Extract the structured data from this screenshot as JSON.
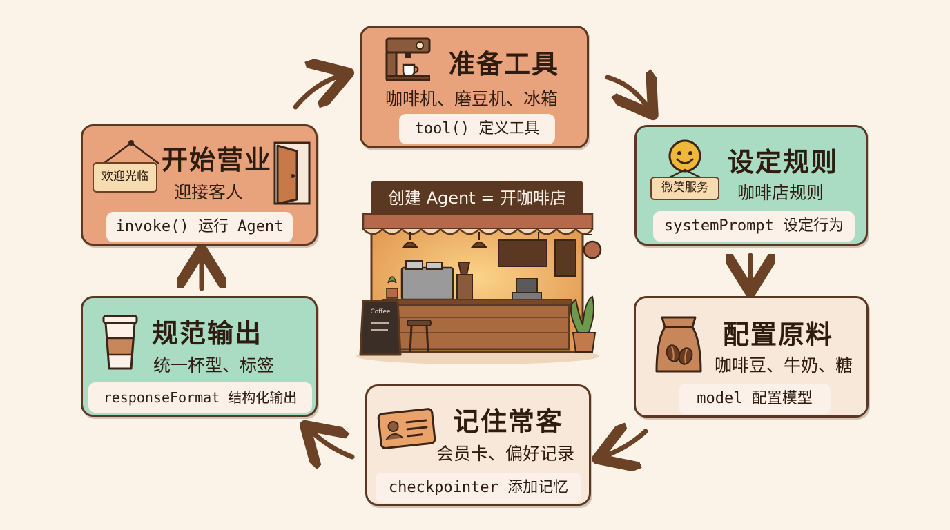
{
  "center": {
    "sign": "创建 Agent = 开咖啡店",
    "board_text": "Coffee"
  },
  "cards": {
    "tools": {
      "title": "准备工具",
      "subtitle": "咖啡机、磨豆机、冰箱",
      "code": "tool() 定义工具",
      "color": "#e8a27c"
    },
    "rules": {
      "title": "设定规则",
      "subtitle": "咖啡店规则",
      "code": "systemPrompt 设定行为",
      "tag": "微笑服务",
      "color": "#a9dcc3"
    },
    "model": {
      "title": "配置原料",
      "subtitle": "咖啡豆、牛奶、糖",
      "code": "model 配置模型",
      "color": "#f7e8da"
    },
    "memory": {
      "title": "记住常客",
      "subtitle": "会员卡、偏好记录",
      "code": "checkpointer 添加记忆",
      "color": "#f7e8da"
    },
    "output": {
      "title": "规范输出",
      "subtitle": "统一杯型、标签",
      "code": "responseFormat 结构化输出",
      "color": "#a9dcc3"
    },
    "open": {
      "title": "开始营业",
      "subtitle": "迎接客人",
      "code": "invoke() 运行 Agent",
      "tag": "欢迎光临",
      "color": "#e8a27c"
    }
  },
  "icons": {
    "tools": "coffee-machine-icon",
    "rules": "smiley-sign-icon",
    "model": "coffee-bean-bag-icon",
    "memory": "member-card-icon",
    "output": "coffee-cup-icon",
    "open": "door-icon",
    "center": "coffee-shop-illustration"
  },
  "colors": {
    "outline": "#5a3822",
    "arrow": "#6b4226",
    "background": "#fbf3e8"
  }
}
